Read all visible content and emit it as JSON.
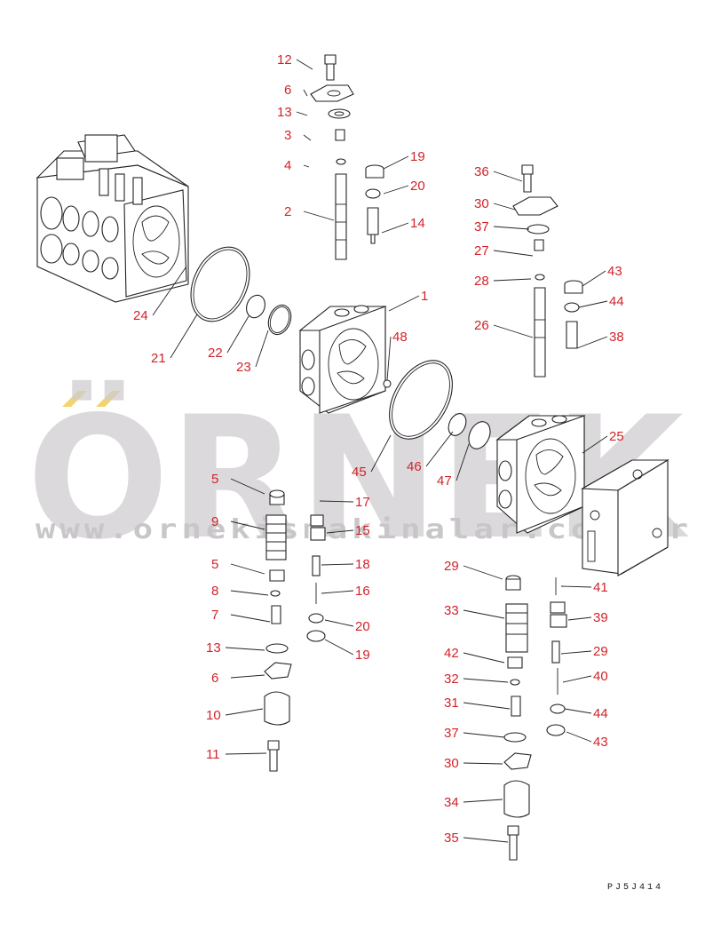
{
  "diagram": {
    "reference_code": "PJ5J414",
    "watermark": {
      "brand": "ÖRNEK",
      "url": "www.ornekismakinalar.com.tr",
      "accent_color": "#f3d36b",
      "gray_color": "#cfcdd0"
    },
    "callout_color": "#d2232a",
    "callouts": [
      {
        "label": "12"
      },
      {
        "label": "6"
      },
      {
        "label": "13"
      },
      {
        "label": "3"
      },
      {
        "label": "4"
      },
      {
        "label": "19"
      },
      {
        "label": "20"
      },
      {
        "label": "2"
      },
      {
        "label": "14"
      },
      {
        "label": "1"
      },
      {
        "label": "24"
      },
      {
        "label": "21"
      },
      {
        "label": "22"
      },
      {
        "label": "23"
      },
      {
        "label": "48"
      },
      {
        "label": "36"
      },
      {
        "label": "30"
      },
      {
        "label": "37"
      },
      {
        "label": "27"
      },
      {
        "label": "28"
      },
      {
        "label": "43"
      },
      {
        "label": "44"
      },
      {
        "label": "26"
      },
      {
        "label": "38"
      },
      {
        "label": "45"
      },
      {
        "label": "46"
      },
      {
        "label": "47"
      },
      {
        "label": "25"
      },
      {
        "label": "5"
      },
      {
        "label": "17"
      },
      {
        "label": "9"
      },
      {
        "label": "15"
      },
      {
        "label": "5"
      },
      {
        "label": "18"
      },
      {
        "label": "8"
      },
      {
        "label": "16"
      },
      {
        "label": "7"
      },
      {
        "label": "20"
      },
      {
        "label": "13"
      },
      {
        "label": "19"
      },
      {
        "label": "6"
      },
      {
        "label": "10"
      },
      {
        "label": "11"
      },
      {
        "label": "29"
      },
      {
        "label": "41"
      },
      {
        "label": "33"
      },
      {
        "label": "39"
      },
      {
        "label": "42"
      },
      {
        "label": "29"
      },
      {
        "label": "32"
      },
      {
        "label": "40"
      },
      {
        "label": "31"
      },
      {
        "label": "44"
      },
      {
        "label": "37"
      },
      {
        "label": "43"
      },
      {
        "label": "30"
      },
      {
        "label": "34"
      },
      {
        "label": "35"
      }
    ]
  }
}
